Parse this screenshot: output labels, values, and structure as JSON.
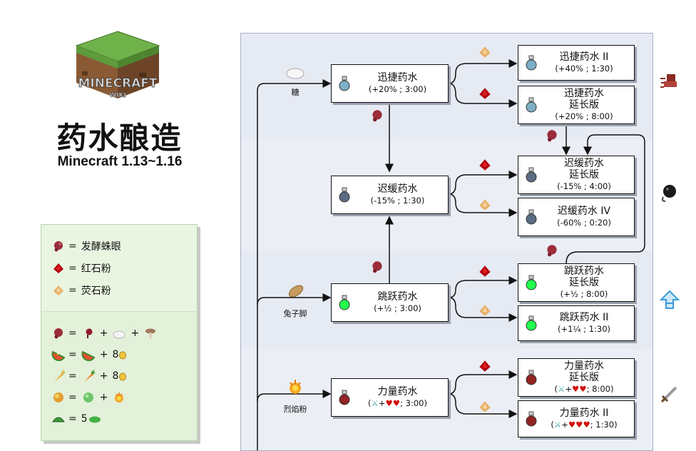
{
  "header": {
    "title": "药水酿造",
    "subtitle": "Minecraft 1.13~1.16",
    "logo_text_top": "MINECRAFT",
    "logo_text_bottom": "WIKI"
  },
  "legend": {
    "fermented_spider_eye": "发酵蛛眼",
    "redstone": "红石粉",
    "glowstone": "荧石粉",
    "eq": "=",
    "plus": "+",
    "melon_gold": "8",
    "carrot_gold": "8",
    "slime_count": "5"
  },
  "ingredients": {
    "sugar": "糖",
    "rabbit_foot": "兔子脚",
    "blaze_powder": "烈焰粉"
  },
  "potions": {
    "swiftness": {
      "name": "迅捷药水",
      "stat": "(+20% ; 3:00)"
    },
    "swiftness2": {
      "name": "迅捷药水 II",
      "stat": "(+40% ; 1:30)"
    },
    "swiftness_ext": {
      "name1": "迅捷药水",
      "name2": "延长版",
      "stat": "(+20% ; 8:00)"
    },
    "slowness": {
      "name": "迟缓药水",
      "stat": "(-15% ; 1:30)"
    },
    "slowness_ext": {
      "name1": "迟缓药水",
      "name2": "延长版",
      "stat": "(-15% ; 4:00)"
    },
    "slowness4": {
      "name": "迟缓药水 IV",
      "stat": "(-60% ; 0:20)"
    },
    "leaping": {
      "name": "跳跃药水",
      "stat": "(+½ ; 3:00)"
    },
    "leaping_ext": {
      "name1": "跳跃药水",
      "name2": "延长版",
      "stat": "(+½ ; 8:00)"
    },
    "leaping2": {
      "name": "跳跃药水 II",
      "stat": "(+1¼ ; 1:30)"
    },
    "strength": {
      "name": "力量药水",
      "stat_pre": "(",
      "stat_mid": "+",
      "stat_post": "; 3:00)"
    },
    "strength_ext": {
      "name1": "力量药水",
      "name2": "延长版",
      "stat_pre": "(",
      "stat_mid": "+",
      "stat_post": "; 8:00)"
    },
    "strength2": {
      "name": "力量药水 II",
      "stat_pre": "(",
      "stat_mid": "+",
      "stat_post": "; 1:30)"
    }
  },
  "colors": {
    "swiftness": "#7cafc6",
    "slowness": "#5a6c81",
    "leaping": "#22ff4c",
    "strength": "#932423",
    "fermented": "#9b2d3a",
    "redstone": "#b3000f",
    "glowstone": "#e8b06a"
  }
}
